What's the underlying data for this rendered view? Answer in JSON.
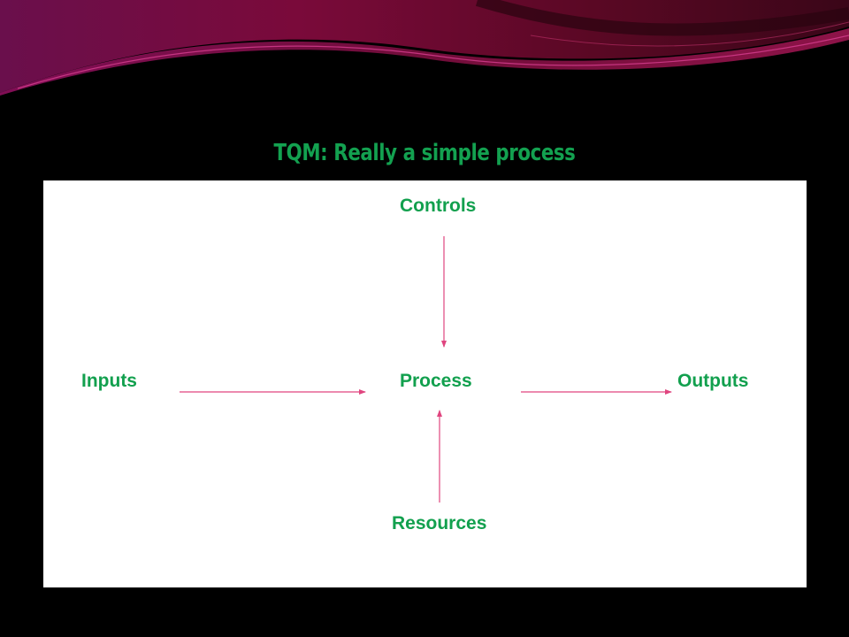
{
  "slide": {
    "title": "TQM: Really a simple process"
  },
  "diagram": {
    "nodes": {
      "controls": "Controls",
      "inputs": "Inputs",
      "process": "Process",
      "outputs": "Outputs",
      "resources": "Resources"
    },
    "edges": [
      {
        "from": "Controls",
        "to": "Process"
      },
      {
        "from": "Inputs",
        "to": "Process"
      },
      {
        "from": "Process",
        "to": "Outputs"
      },
      {
        "from": "Resources",
        "to": "Process"
      }
    ]
  },
  "colors": {
    "background": "#000000",
    "title": "#13a150",
    "node_text": "#12a04e",
    "arrow": "#e0457f",
    "panel": "#ffffff"
  }
}
